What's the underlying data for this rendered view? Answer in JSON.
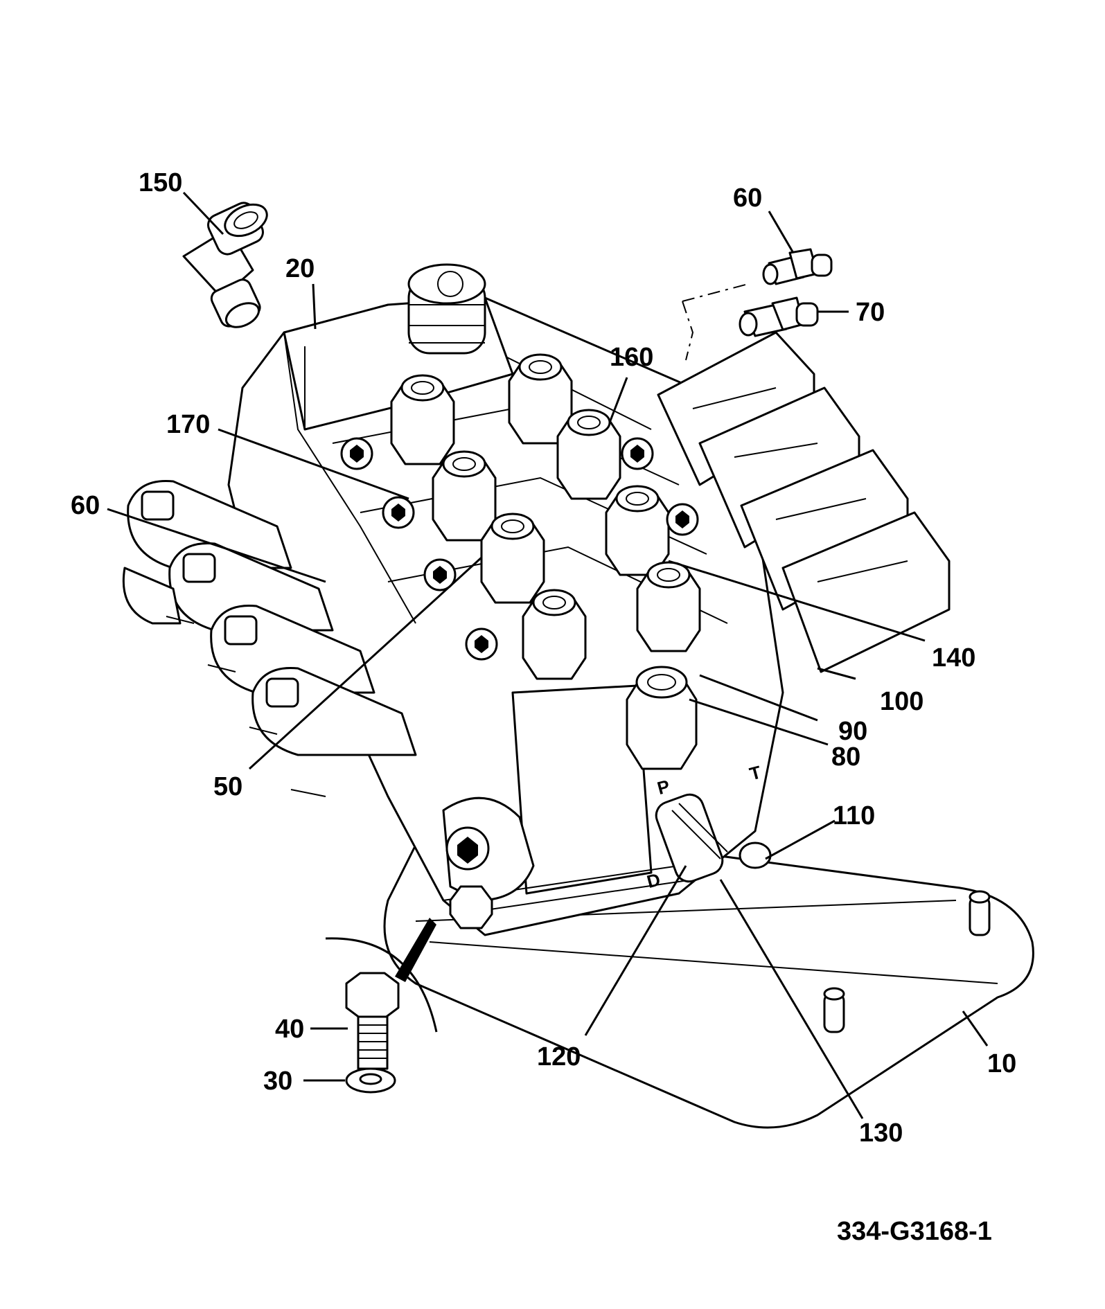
{
  "callouts": {
    "c150": "150",
    "c20": "20",
    "c60_top": "60",
    "c70": "70",
    "c160": "160",
    "c170": "170",
    "c60_left": "60",
    "c140": "140",
    "c100": "100",
    "c90": "90",
    "c80": "80",
    "c50": "50",
    "c110": "110",
    "c40": "40",
    "c30": "30",
    "c120": "120",
    "c10": "10",
    "c130": "130"
  },
  "markings": {
    "port_p": "P",
    "port_t": "T",
    "port_d": "D"
  },
  "drawing_number": "334-G3168-1"
}
